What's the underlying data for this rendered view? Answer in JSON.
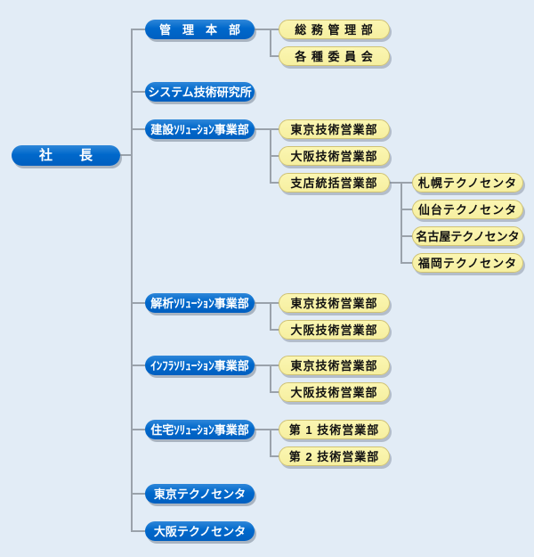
{
  "page": {
    "background_color": "#e2ecf6",
    "connector_color": "#9aa2ab",
    "node_blue_color": "#0068cb",
    "node_yellow_color": "#f7f0a2"
  },
  "org": {
    "root": {
      "label": "社　　長"
    },
    "departments": [
      {
        "label": "管　理　本　部",
        "children": [
          {
            "label": "総 務 管 理 部"
          },
          {
            "label": "各 種 委 員 会"
          }
        ]
      },
      {
        "label": "システム技術研究所"
      },
      {
        "label": "建設ｿﾘｭｰｼｮﾝ事業部",
        "children": [
          {
            "label": "東京技術営業部"
          },
          {
            "label": "大阪技術営業部"
          },
          {
            "label": "支店統括営業部",
            "children": [
              {
                "label": "札幌テクノセンタ"
              },
              {
                "label": "仙台テクノセンタ"
              },
              {
                "label": "名古屋テクノセンタ"
              },
              {
                "label": "福岡テクノセンタ"
              }
            ]
          }
        ]
      },
      {
        "label": "解析ｿﾘｭｰｼｮﾝ事業部",
        "children": [
          {
            "label": "東京技術営業部"
          },
          {
            "label": "大阪技術営業部"
          }
        ]
      },
      {
        "label": "ｲﾝﾌﾗｿﾘｭｰｼｮﾝ事業部",
        "children": [
          {
            "label": "東京技術営業部"
          },
          {
            "label": "大阪技術営業部"
          }
        ]
      },
      {
        "label": "住宅ｿﾘｭｰｼｮﾝ事業部",
        "children": [
          {
            "label": "第 1 技術営業部"
          },
          {
            "label": "第 2 技術営業部"
          }
        ]
      },
      {
        "label": "東京テクノセンタ"
      },
      {
        "label": "大阪テクノセンタ"
      }
    ]
  }
}
